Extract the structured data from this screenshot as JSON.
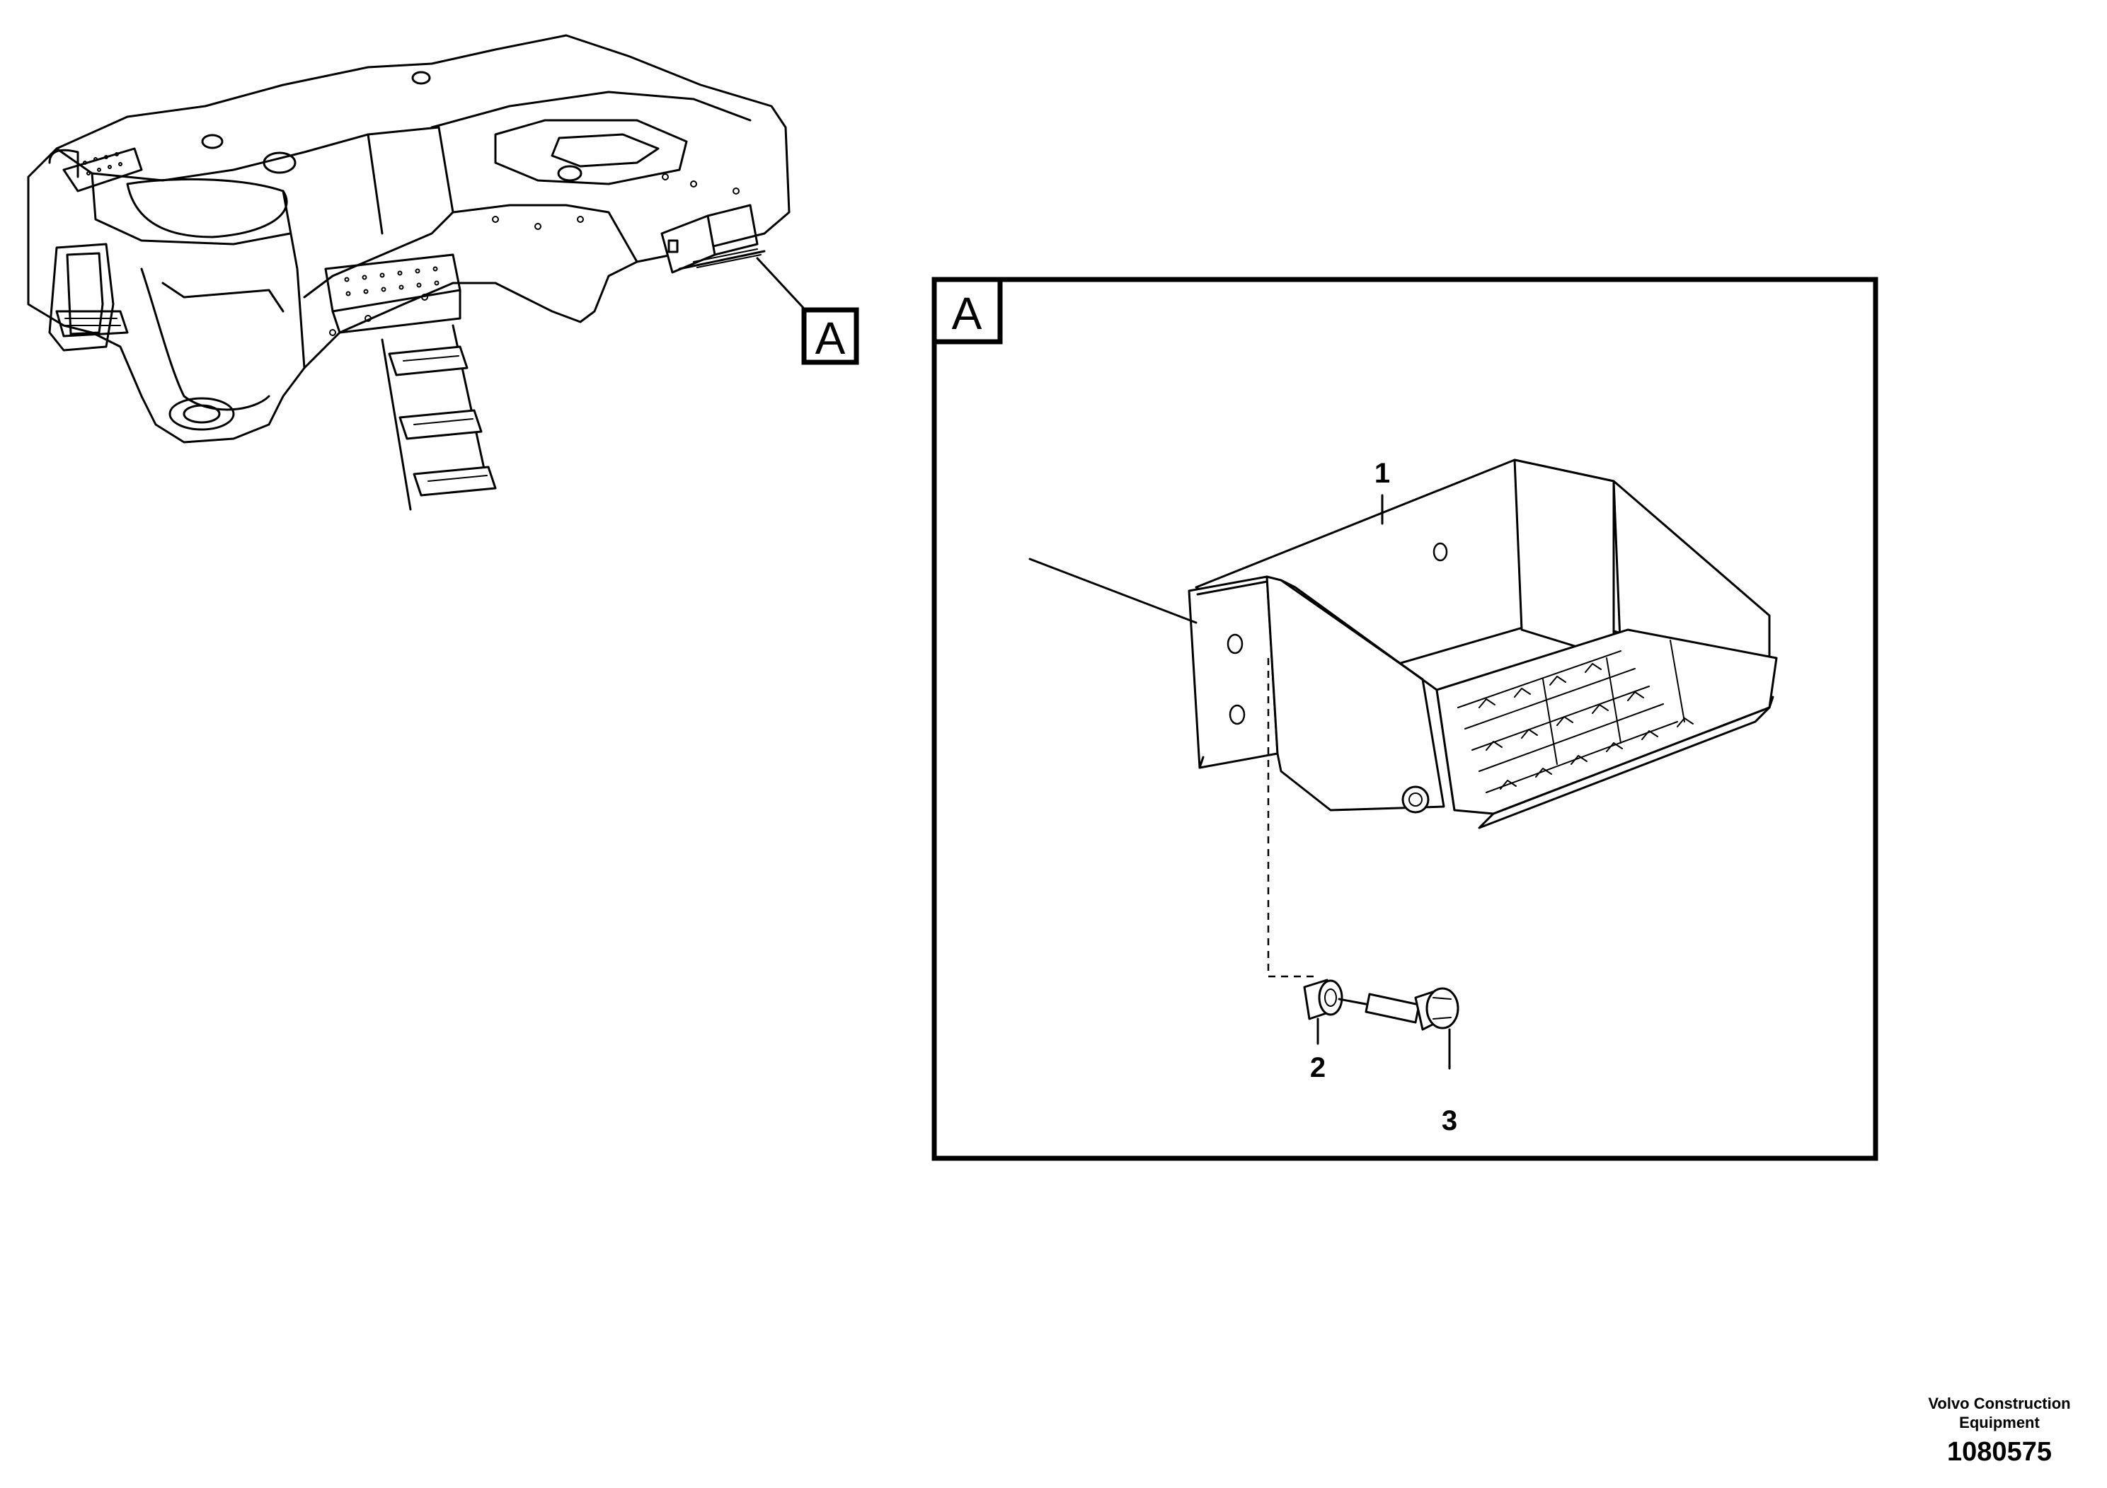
{
  "detail": {
    "letter": "A"
  },
  "callouts": [
    {
      "id": "1",
      "label": "1"
    },
    {
      "id": "2",
      "label": "2"
    },
    {
      "id": "3",
      "label": "3"
    }
  ],
  "footer": {
    "company_line1": "Volvo Construction",
    "company_line2": "Equipment",
    "part_number": "1080575"
  }
}
